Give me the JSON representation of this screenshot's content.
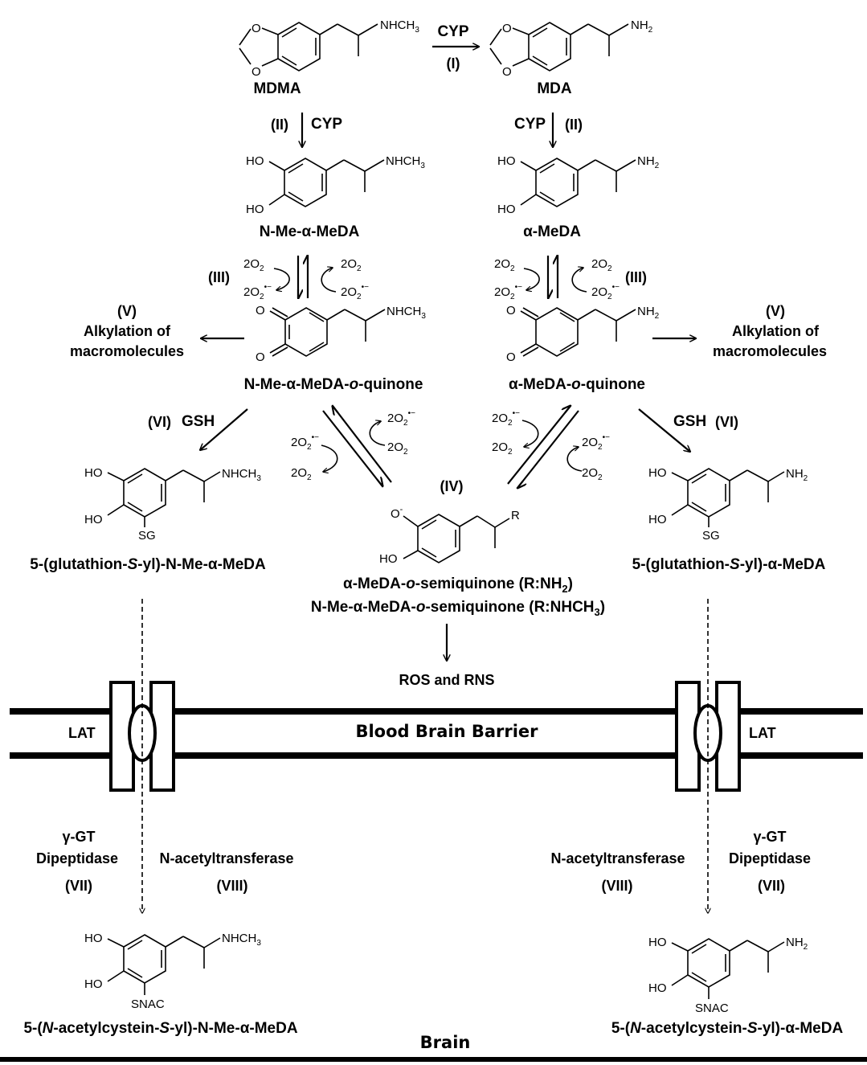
{
  "steps": {
    "I": "(I)",
    "II": "(II)",
    "III": "(III)",
    "IV": "(IV)",
    "V": "(V)",
    "VI": "(VI)",
    "VII": "(VII)",
    "VIII": "(VIII)"
  },
  "enzymes": {
    "cyp": "CYP",
    "gsh": "GSH",
    "ggt": "γ-GT",
    "dipeptidase": "Dipeptidase",
    "nat": "N-acetyltransferase"
  },
  "compounds": {
    "mdma": "MDMA",
    "mda": "MDA",
    "n_me_meda": "N-Me-α-MeDA",
    "meda": "α-MeDA",
    "n_me_quinone": [
      "N-Me-α-MeDA-",
      "o",
      "-quinone"
    ],
    "quinone": [
      "α-MeDA-",
      "o",
      "-quinone"
    ],
    "gs_n_me": [
      "5-(glutathion-",
      "S",
      "-yl)-N-Me-α-MeDA"
    ],
    "gs_meda": [
      "5-(glutathion-",
      "S",
      "-yl)-α-MeDA"
    ],
    "semi1": [
      "α-MeDA-",
      "o",
      "-semiquinone  (R:NH",
      "2",
      ")"
    ],
    "semi2": [
      "N-Me-α-MeDA-",
      "o",
      "-semiquinone  (R:NHCH",
      "3",
      ")"
    ],
    "nac_n_me": [
      "5-(",
      "N",
      "-acetylcystein-",
      "S",
      "-yl)-N-Me-α-MeDA"
    ],
    "nac_meda": [
      "5-(",
      "N",
      "-acetylcystein-",
      "S",
      "-yl)-α-MeDA"
    ]
  },
  "alkylation": [
    "Alkylation  of",
    "macromolecules"
  ],
  "ros": "ROS and RNS",
  "transporter": "LAT",
  "barrier": "Blood Brain Barrier",
  "brain": "Brain",
  "structure_labels": {
    "nhch3": "NHCH",
    "nh2": "NH",
    "sub2": "2",
    "sub3": "3",
    "ho": "HO",
    "o": "O",
    "sg": "SG",
    "snac": "SNAC",
    "r": "R",
    "o_minus": "O"
  },
  "oxygen": {
    "o2": "2O",
    "sub": "2",
    "radical": "•−"
  }
}
